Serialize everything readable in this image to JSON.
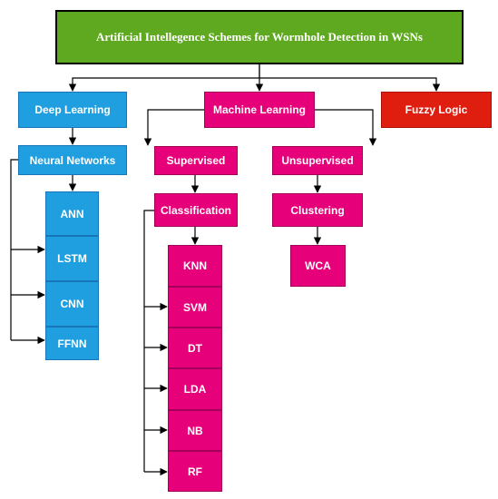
{
  "title": "Artificial Intellegence Schemes for Wormhole Detection in WSNs",
  "branches": {
    "deep_learning": "Deep Learning",
    "machine_learning": "Machine Learning",
    "fuzzy_logic": "Fuzzy Logic"
  },
  "deep": {
    "neural_networks": "Neural Networks",
    "models": [
      "ANN",
      "LSTM",
      "CNN",
      "FFNN"
    ]
  },
  "ml": {
    "supervised": "Supervised",
    "classification": "Classification",
    "classifiers": [
      "KNN",
      "SVM",
      "DT",
      "LDA",
      "NB",
      "RF"
    ],
    "unsupervised": "Unsupervised",
    "clustering": "Clustering",
    "cluster_methods": [
      "WCA"
    ]
  },
  "colors": {
    "root": "#5ea91f",
    "deep_learning": "#1f9fe0",
    "machine_learning": "#e6007a",
    "fuzzy_logic": "#e01e10"
  }
}
